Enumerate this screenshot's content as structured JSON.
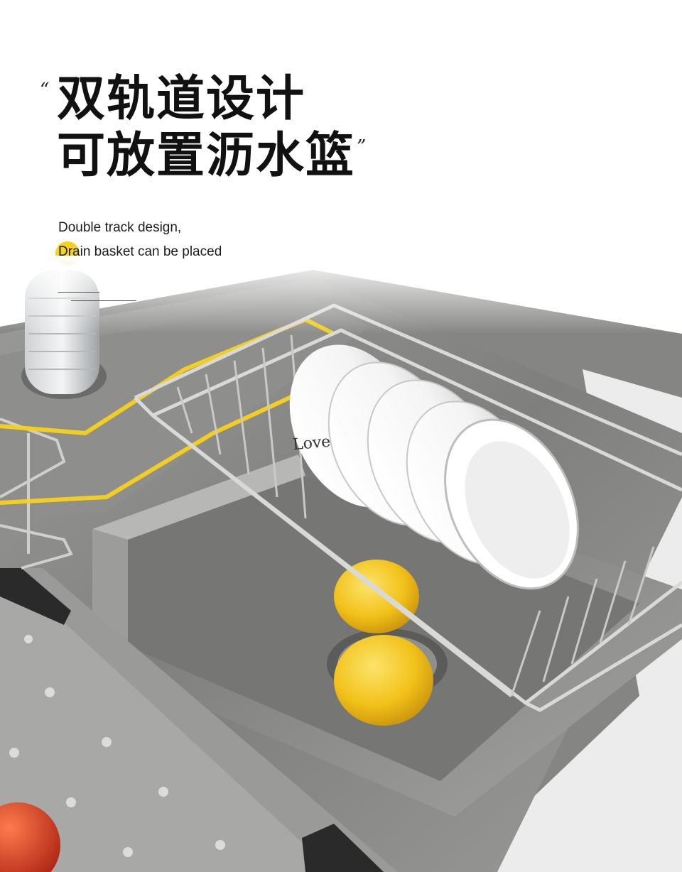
{
  "headline": {
    "line1": "双轨道设计",
    "line2": "可放置沥水篮",
    "open_quote": "“",
    "close_quote": "”"
  },
  "subtitle": {
    "line1": "Double track design,",
    "line2": "Drain basket can be placed"
  },
  "bowl_print": "Love",
  "colors": {
    "accent": "#f7d21b",
    "steel": "#8d8d8b",
    "lemon": "#f2c21a",
    "tomato": "#d63a20"
  }
}
